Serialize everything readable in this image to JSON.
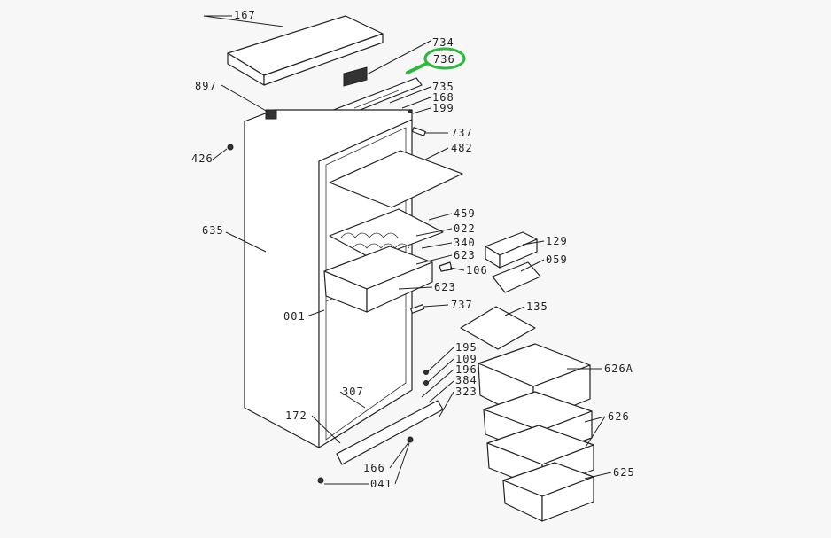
{
  "diagram": {
    "title": "Refrigerator exploded parts diagram",
    "highlight_color": "#2db83d",
    "highlighted_part": "736",
    "labels": {
      "p167": "167",
      "p734": "734",
      "p736": "736",
      "p897": "897",
      "p735": "735",
      "p168": "168",
      "p199": "199",
      "p737a": "737",
      "p426": "426",
      "p482": "482",
      "p459": "459",
      "p022": "022",
      "p635": "635",
      "p340": "340",
      "p129": "129",
      "p623a": "623",
      "p059": "059",
      "p106": "106",
      "p623b": "623",
      "p001": "001",
      "p737b": "737",
      "p135": "135",
      "p195": "195",
      "p109": "109",
      "p196": "196",
      "p626A": "626A",
      "p384": "384",
      "p307": "307",
      "p323": "323",
      "p172": "172",
      "p626": "626",
      "p166": "166",
      "p625": "625",
      "p041": "041"
    }
  }
}
